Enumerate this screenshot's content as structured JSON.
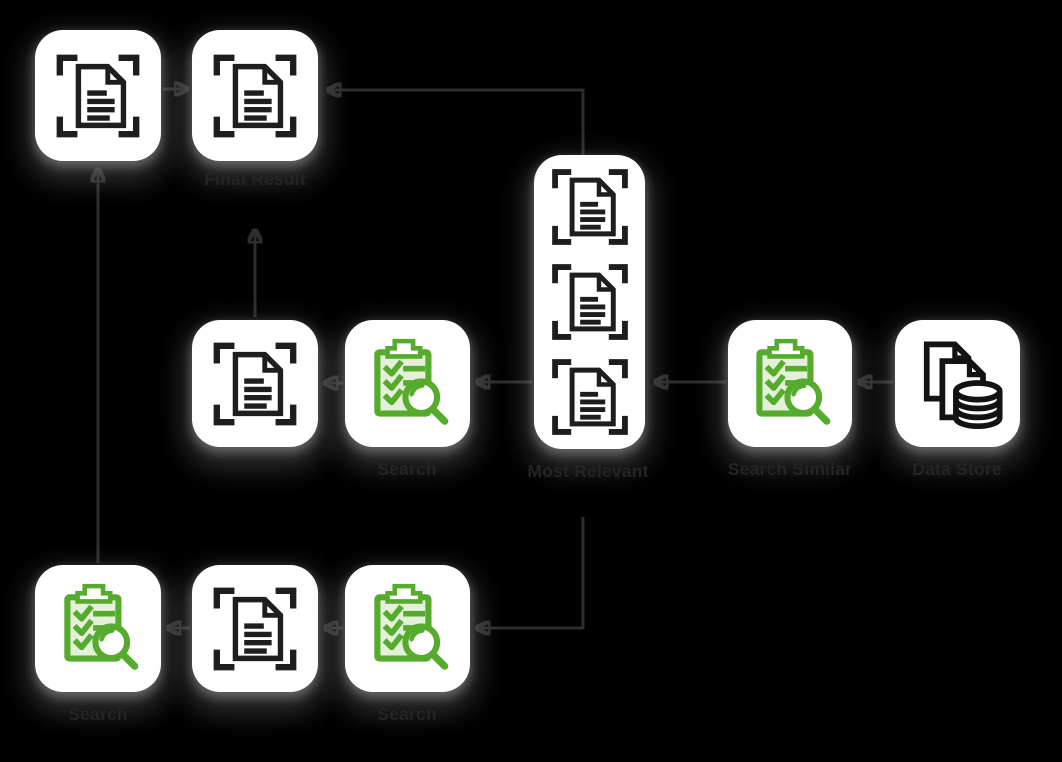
{
  "diagram": {
    "type": "flow-diagram",
    "background": "#000000",
    "colors": {
      "node_fill": "#ffffff",
      "icon_dark": "#1e1e1e",
      "icon_green": "#54ab2c",
      "icon_green_fill": "#e4f0d9",
      "connector": "#2d2d2d",
      "label_text": "#242424"
    },
    "nodes": [
      {
        "id": "document-top-left",
        "icon": "scan-document-icon",
        "label": ""
      },
      {
        "id": "final-result",
        "icon": "scan-document-icon",
        "label": "Final Result"
      },
      {
        "id": "most-relevant",
        "icon": "scan-document-stack-icon",
        "label": "Most Relevant"
      },
      {
        "id": "document-mid",
        "icon": "scan-document-icon",
        "label": ""
      },
      {
        "id": "search-mid",
        "icon": "checklist-search-icon",
        "label": "Search"
      },
      {
        "id": "search-similar",
        "icon": "checklist-search-icon",
        "label": "Search Similar"
      },
      {
        "id": "data-store",
        "icon": "documents-database-icon",
        "label": "Data Store"
      },
      {
        "id": "search-bottom-left",
        "icon": "checklist-search-icon",
        "label": "Search"
      },
      {
        "id": "document-bottom",
        "icon": "scan-document-icon",
        "label": ""
      },
      {
        "id": "search-bottom",
        "icon": "checklist-search-icon",
        "label": "Search"
      }
    ],
    "edges": [
      {
        "from": "document-top-left",
        "to": "document-top-left-next-final-result"
      },
      {
        "from": "most-relevant",
        "to": "final-result"
      },
      {
        "from": "document-mid",
        "to": "final-result"
      },
      {
        "from": "most-relevant",
        "to": "search-mid"
      },
      {
        "from": "search-mid",
        "to": "document-mid"
      },
      {
        "from": "data-store",
        "to": "search-similar"
      },
      {
        "from": "search-similar",
        "to": "most-relevant"
      },
      {
        "from": "most-relevant",
        "to": "search-bottom"
      },
      {
        "from": "search-bottom",
        "to": "document-bottom"
      },
      {
        "from": "document-bottom",
        "to": "search-bottom-left"
      },
      {
        "from": "search-bottom-left",
        "to": "document-top-left"
      }
    ]
  }
}
